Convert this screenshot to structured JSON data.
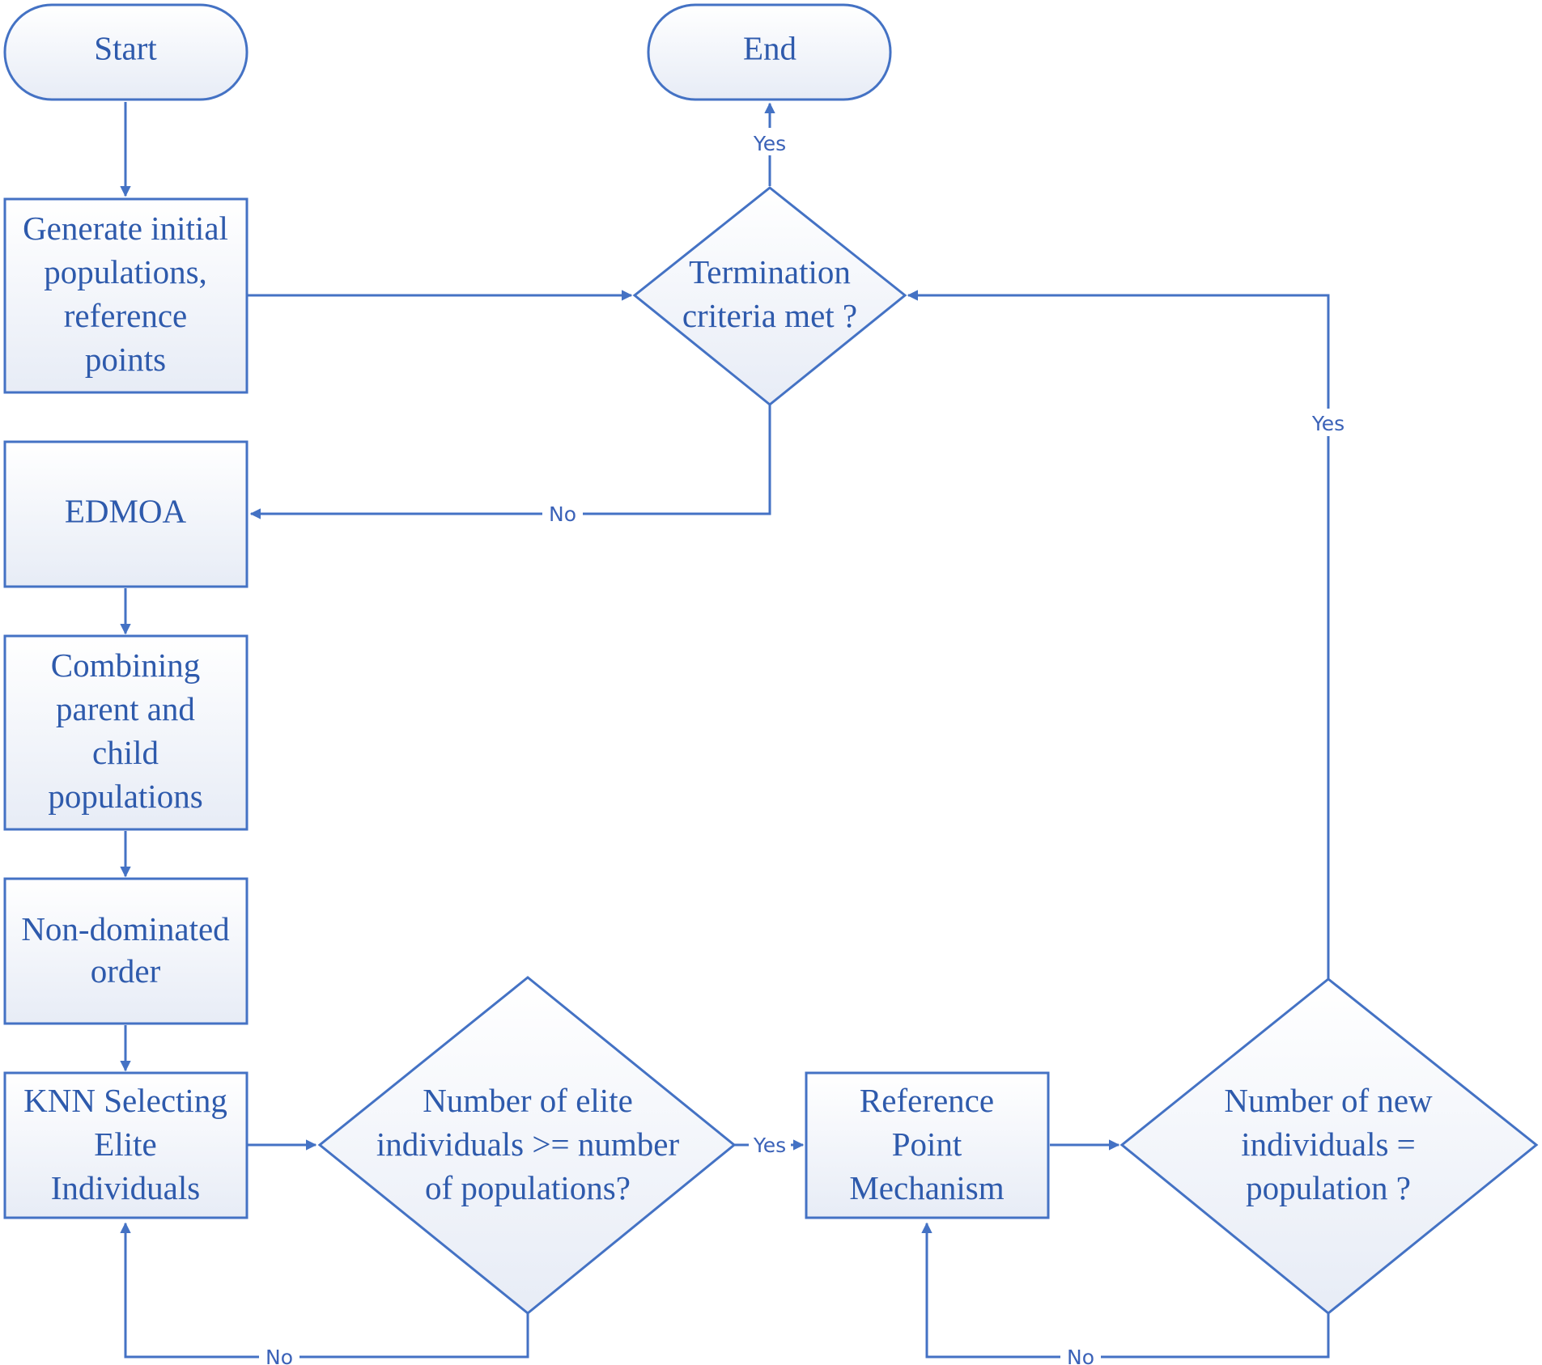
{
  "nodes": {
    "start": {
      "lines": [
        "Start"
      ]
    },
    "end": {
      "lines": [
        "End"
      ]
    },
    "generate": {
      "lines": [
        "Generate initial",
        "populations,",
        "reference",
        "points"
      ]
    },
    "termination": {
      "lines": [
        "Termination",
        "criteria met ?"
      ]
    },
    "edmoa": {
      "lines": [
        "EDMOA"
      ]
    },
    "combining": {
      "lines": [
        "Combining",
        "parent and",
        "child",
        "populations"
      ]
    },
    "nondominated": {
      "lines": [
        "Non-dominated",
        "order"
      ]
    },
    "knn": {
      "lines": [
        "KNN Selecting",
        "Elite",
        "Individuals"
      ]
    },
    "elite_check": {
      "lines": [
        "Number of elite",
        "individuals >= number",
        "of populations?"
      ]
    },
    "refpoint": {
      "lines": [
        "Reference",
        "Point",
        "Mechanism"
      ]
    },
    "newind_check": {
      "lines": [
        "Number of new",
        "individuals =",
        "population ?"
      ]
    }
  },
  "edges": {
    "termination_yes": "Yes",
    "termination_no": "No",
    "newind_yes": "Yes",
    "elite_yes": "Yes",
    "elite_no": "No",
    "newind_no": "No"
  },
  "colors": {
    "stroke": "#4472C4",
    "text": "#2E5AAC",
    "fill_light": "#FFFFFF",
    "fill_dark": "#E7ECF6"
  }
}
